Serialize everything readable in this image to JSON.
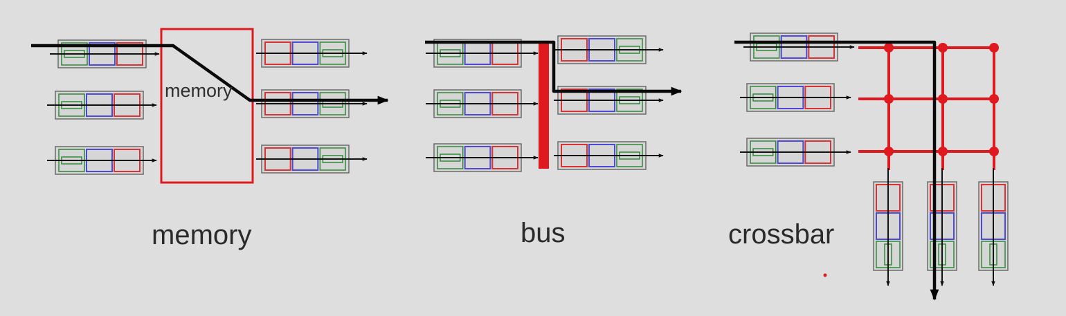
{
  "captions": {
    "memory": "memory",
    "bus": "bus",
    "crossbar": "crossbar"
  },
  "memory_box_label": "memory",
  "colors": {
    "background": "#dedede",
    "fabric_red": "#e0191f",
    "path_black": "#0a0a0a",
    "slot_red": "#d63434",
    "slot_blue": "#4e49d4",
    "slot_green": "#2e8a35",
    "port_border": "#6a6a6a"
  }
}
